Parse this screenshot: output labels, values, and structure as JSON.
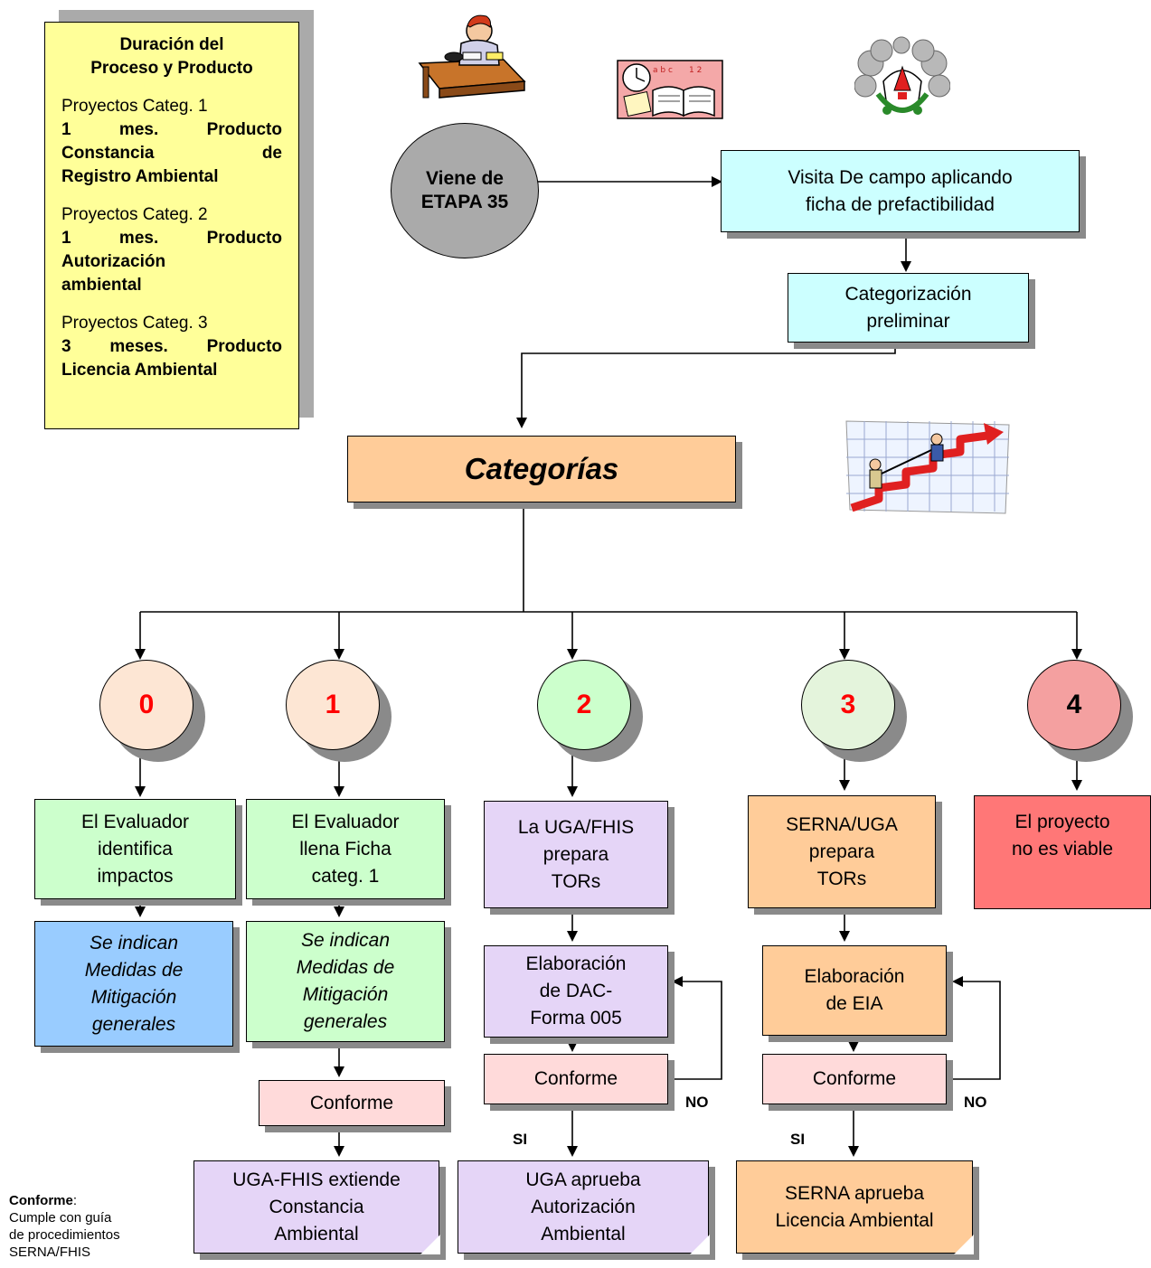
{
  "duration_box": {
    "title_line1": "Duración del",
    "title_line2": "Proceso y Producto",
    "items": [
      {
        "category": "Proyectos Categ. 1",
        "product_lines": [
          "1 mes. Producto",
          "Constancia de",
          "Registro Ambiental"
        ]
      },
      {
        "category": "Proyectos Categ. 2",
        "product_lines": [
          "1 mes. Producto",
          "Autorización",
          "ambiental"
        ]
      },
      {
        "category": "Proyectos Categ. 3",
        "product_lines": [
          "3 meses. Producto",
          "Licencia Ambiental"
        ]
      }
    ]
  },
  "start_node": {
    "line1": "Viene de",
    "line2": "ETAPA 35"
  },
  "field_visit": {
    "line1": "Visita De campo aplicando",
    "line2": "ficha de prefactibilidad"
  },
  "preliminary": {
    "line1": "Categorización",
    "line2": "preliminar"
  },
  "categories_title": "Categorías",
  "category_circles": [
    {
      "number": "0",
      "fill": "#fde6d4",
      "text_color": "#ff0000"
    },
    {
      "number": "1",
      "fill": "#fde6d4",
      "text_color": "#ff0000"
    },
    {
      "number": "2",
      "fill": "#ccffcc",
      "text_color": "#ff0000"
    },
    {
      "number": "3",
      "fill": "#e4f4dc",
      "text_color": "#ff0000"
    },
    {
      "number": "4",
      "fill": "#f4a0a0",
      "text_color": "#000000"
    }
  ],
  "cat0": {
    "step1": [
      "El Evaluador",
      "identifica",
      "impactos"
    ],
    "step2": [
      "Se indican",
      "Medidas de",
      "Mitigación",
      "generales"
    ]
  },
  "cat1": {
    "step1": [
      "El Evaluador",
      "llena Ficha",
      "categ. 1"
    ],
    "step2": [
      "Se indican",
      "Medidas de",
      "Mitigación",
      "generales"
    ],
    "check": "Conforme",
    "result": [
      "UGA-FHIS extiende",
      "Constancia",
      "Ambiental"
    ]
  },
  "cat2": {
    "step1": [
      "La UGA/FHIS",
      "prepara",
      "TORs"
    ],
    "step2": [
      "Elaboración",
      "de DAC-",
      "Forma 005"
    ],
    "check": "Conforme",
    "no_label": "NO",
    "si_label": "SI",
    "result": [
      "UGA aprueba",
      "Autorización",
      "Ambiental"
    ]
  },
  "cat3": {
    "step1": [
      "SERNA/UGA",
      "prepara",
      "TORs"
    ],
    "step2": [
      "Elaboración",
      "de EIA"
    ],
    "check": "Conforme",
    "no_label": "NO",
    "si_label": "SI",
    "result": [
      "SERNA aprueba",
      "Licencia Ambiental"
    ]
  },
  "cat4": {
    "result": [
      "El proyecto",
      "no es viable"
    ]
  },
  "footnote": {
    "term": "Conforme",
    "line1": "Cumple con guía",
    "line2": "de procedimientos",
    "line3": "SERNA/FHIS"
  },
  "clipart": [
    "person-at-desk-icon",
    "clock-and-book-icon",
    "national-emblem-icon",
    "business-growth-chart-icon"
  ],
  "colors": {
    "yellow": "#ffff99",
    "cyan": "#ccffff",
    "peach": "#ffcc99",
    "light_green": "#ccffcc",
    "blue": "#99ccff",
    "lavender": "#e5d5f7",
    "pink": "#ffdada",
    "red": "#ff7777",
    "gray": "#aaaaaa"
  }
}
